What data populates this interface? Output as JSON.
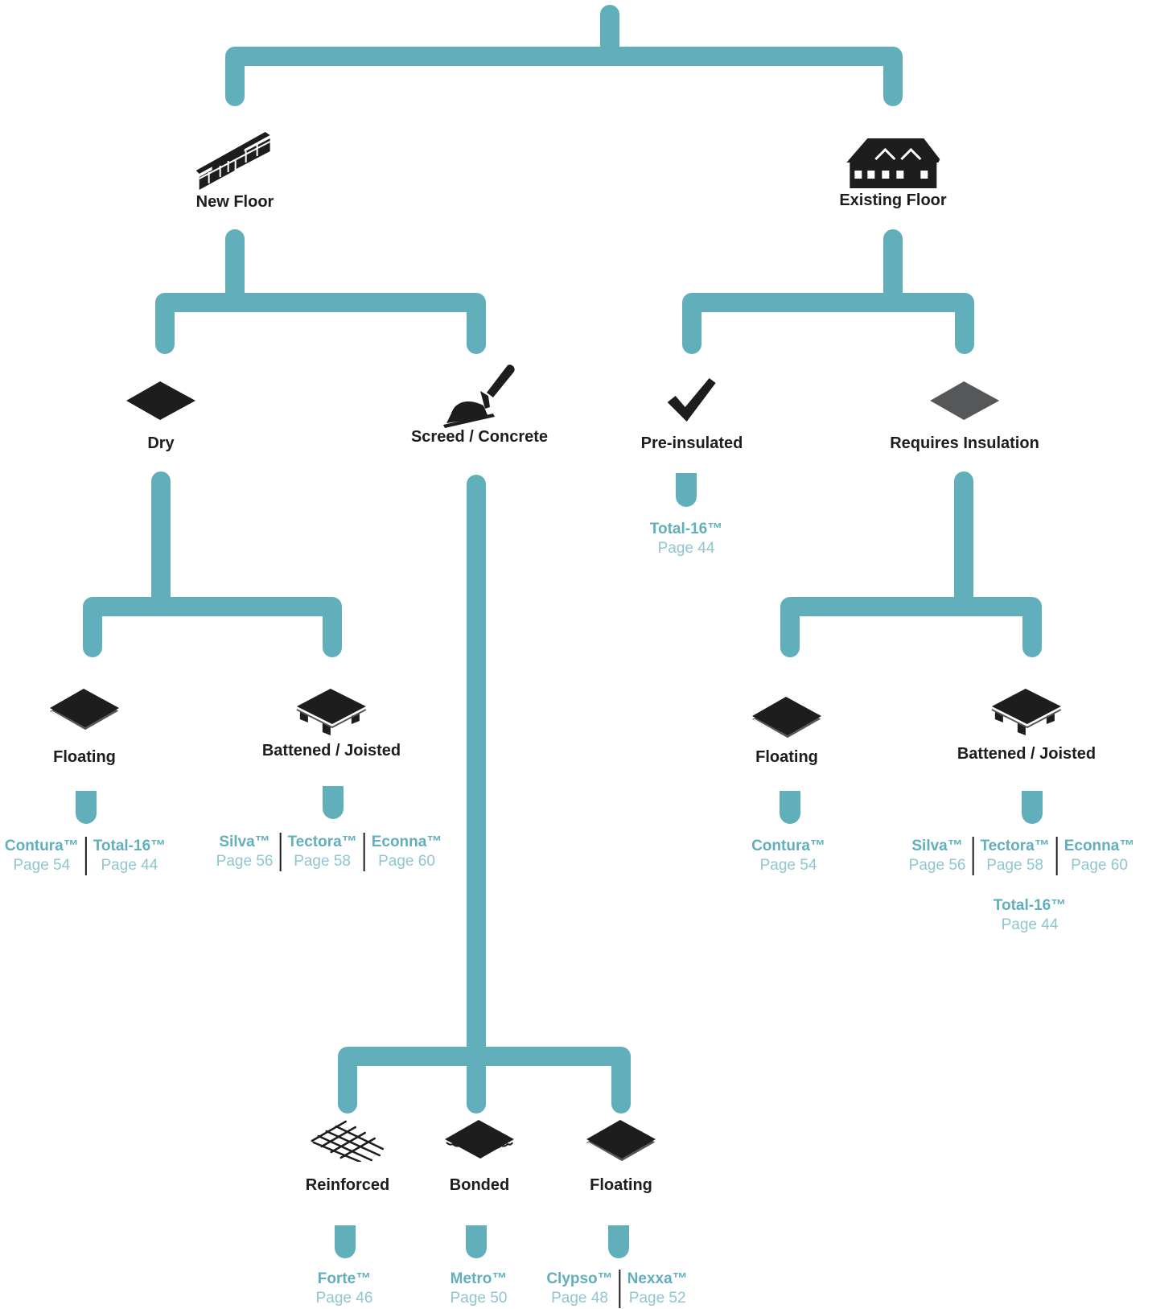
{
  "colors": {
    "connector": "#62afbc",
    "label": "#1d1d1d",
    "product": "#62afbc",
    "page": "#8fc6d0"
  },
  "nodes": {
    "new_floor": {
      "label": "New Floor",
      "icon": "bricks-icon"
    },
    "existing_floor": {
      "label": "Existing Floor",
      "icon": "house-icon"
    },
    "dry": {
      "label": "Dry",
      "icon": "flat-board-icon"
    },
    "screed": {
      "label": "Screed / Concrete",
      "icon": "trowel-icon"
    },
    "pre_insulated": {
      "label": "Pre-insulated",
      "icon": "checkmark-icon"
    },
    "requires_insulation": {
      "label": "Requires Insulation",
      "icon": "grey-board-icon"
    },
    "new_floating": {
      "label": "Floating",
      "icon": "floating-board-icon"
    },
    "new_battened": {
      "label": "Battened / Joisted",
      "icon": "battened-board-icon"
    },
    "existing_floating": {
      "label": "Floating",
      "icon": "floating-board-icon"
    },
    "existing_battened": {
      "label": "Battened / Joisted",
      "icon": "battened-board-icon"
    },
    "reinforced": {
      "label": "Reinforced",
      "icon": "mesh-grid-icon"
    },
    "bonded": {
      "label": "Bonded",
      "icon": "bonded-board-icon"
    },
    "screed_floating": {
      "label": "Floating",
      "icon": "floating-board-icon"
    }
  },
  "products": {
    "pre_insulated": [
      {
        "name": "Total-16™",
        "page": "Page 44"
      }
    ],
    "new_floating": [
      {
        "name": "Contura™",
        "page": "Page 54"
      },
      {
        "name": "Total-16™",
        "page": "Page 44"
      }
    ],
    "new_battened": [
      {
        "name": "Silva™",
        "page": "Page 56"
      },
      {
        "name": "Tectora™",
        "page": "Page 58"
      },
      {
        "name": "Econna™",
        "page": "Page 60"
      }
    ],
    "existing_floating": [
      {
        "name": "Contura™",
        "page": "Page 54"
      }
    ],
    "existing_battened": [
      {
        "name": "Silva™",
        "page": "Page 56"
      },
      {
        "name": "Tectora™",
        "page": "Page 58"
      },
      {
        "name": "Econna™",
        "page": "Page 60"
      }
    ],
    "existing_battened_extra": [
      {
        "name": "Total-16™",
        "page": "Page 44"
      }
    ],
    "reinforced": [
      {
        "name": "Forte™",
        "page": "Page 46"
      }
    ],
    "bonded": [
      {
        "name": "Metro™",
        "page": "Page 50"
      }
    ],
    "screed_floating": [
      {
        "name": "Clypso™",
        "page": "Page 48"
      },
      {
        "name": "Nexxa™",
        "page": "Page 52"
      }
    ]
  }
}
